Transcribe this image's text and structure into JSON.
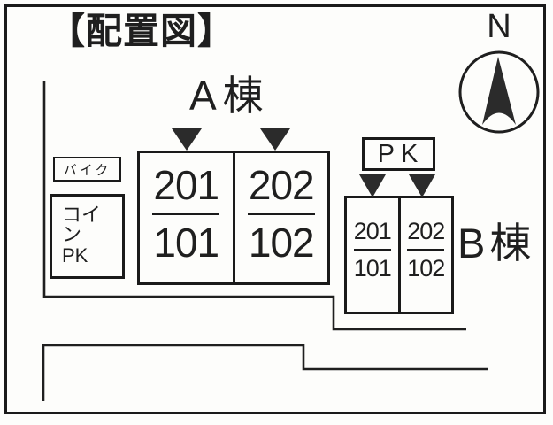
{
  "title": "【配置図】",
  "compass": {
    "north_label": "N"
  },
  "buildings": {
    "a": {
      "label": "A棟",
      "units": [
        {
          "upper": "201",
          "lower": "101"
        },
        {
          "upper": "202",
          "lower": "102"
        }
      ]
    },
    "b": {
      "label": "B棟",
      "units": [
        {
          "upper": "201",
          "lower": "101"
        },
        {
          "upper": "202",
          "lower": "102"
        }
      ]
    }
  },
  "parking": {
    "bike_label": "バイク",
    "coin_parking_line1": "コイン",
    "coin_parking_line2": "PK",
    "pk_sign_label": "PK"
  },
  "colors": {
    "ink": "#1a1a1a",
    "paper": "#fdfdfb",
    "marker": "#2b2b2b"
  }
}
